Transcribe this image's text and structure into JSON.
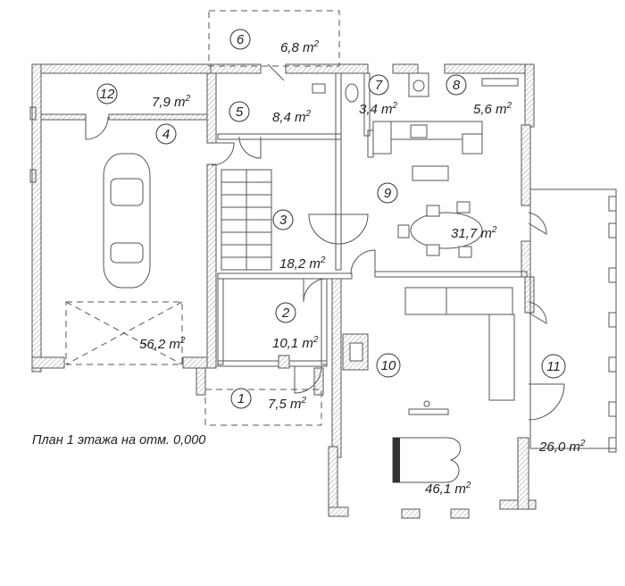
{
  "caption": "План 1 этажа на отм. 0,000",
  "rooms": [
    {
      "id": "room-1",
      "number": "1",
      "area": "7,5"
    },
    {
      "id": "room-2",
      "number": "2",
      "area": "10,1"
    },
    {
      "id": "room-3",
      "number": "3",
      "area": "18,2"
    },
    {
      "id": "room-4",
      "number": "4",
      "area": "56,2"
    },
    {
      "id": "room-5",
      "number": "5",
      "area": "8,4"
    },
    {
      "id": "room-6",
      "number": "6",
      "area": "6,8"
    },
    {
      "id": "room-7",
      "number": "7",
      "area": "3,4"
    },
    {
      "id": "room-8",
      "number": "8",
      "area": "5,6"
    },
    {
      "id": "room-9",
      "number": "9",
      "area": "31,7"
    },
    {
      "id": "room-10",
      "number": "10",
      "area": "46,1"
    },
    {
      "id": "room-11",
      "number": "11",
      "area": "26,0"
    },
    {
      "id": "room-12",
      "number": "12",
      "area": "7,9"
    }
  ],
  "area_unit": "m",
  "area_unit_power": "2"
}
